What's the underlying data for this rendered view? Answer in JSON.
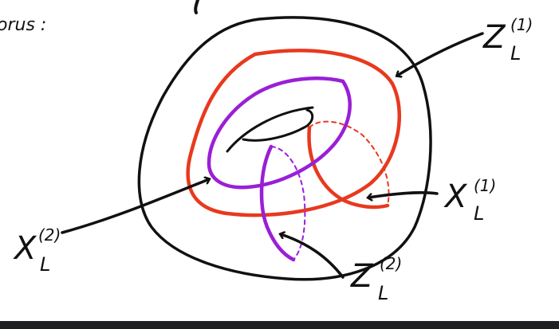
{
  "header_fragment": "orus :",
  "labels": {
    "z1": {
      "main": "Z",
      "sub": "L",
      "sup": "(1)"
    },
    "x1": {
      "main": "X",
      "sub": "L",
      "sup": "(1)"
    },
    "x2": {
      "main": "X",
      "sub": "L",
      "sup": "(2)"
    },
    "z2": {
      "main": "Z",
      "sub": "L",
      "sup": "(2)"
    }
  },
  "colors": {
    "ink": "#111111",
    "red": "#e8391e",
    "purple": "#9a1fd6",
    "bar": "#1f2023"
  }
}
